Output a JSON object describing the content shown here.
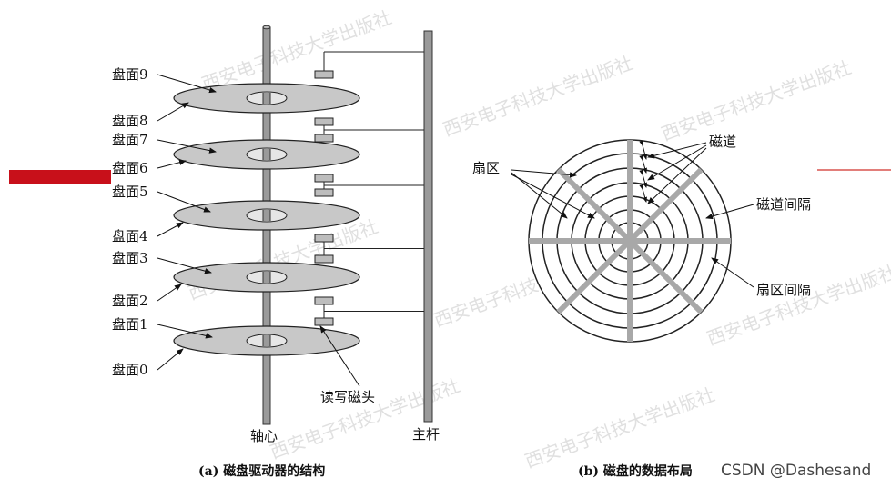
{
  "diagram_a": {
    "platter_labels": [
      "盘面9",
      "盘面8",
      "盘面7",
      "盘面6",
      "盘面5",
      "盘面4",
      "盘面3",
      "盘面2",
      "盘面1",
      "盘面0"
    ],
    "head_label": "读写磁头",
    "axis_label": "轴心",
    "rod_label": "主杆",
    "caption": "(a) 磁盘驱动器的结构"
  },
  "diagram_b": {
    "sector_label": "扇区",
    "track_label": "磁道",
    "track_gap_label": "磁道间隔",
    "sector_gap_label": "扇区间隔",
    "caption": "(b) 磁盘的数据布局"
  },
  "watermark": "西安电子科技大学出版社",
  "credit": "CSDN @Dashesand",
  "colors": {
    "platter_fill": "#c8c8c8",
    "accent_bar": "#c8101a",
    "accent_line": "#d9534f",
    "gap_lines": "#a8a8a8"
  }
}
